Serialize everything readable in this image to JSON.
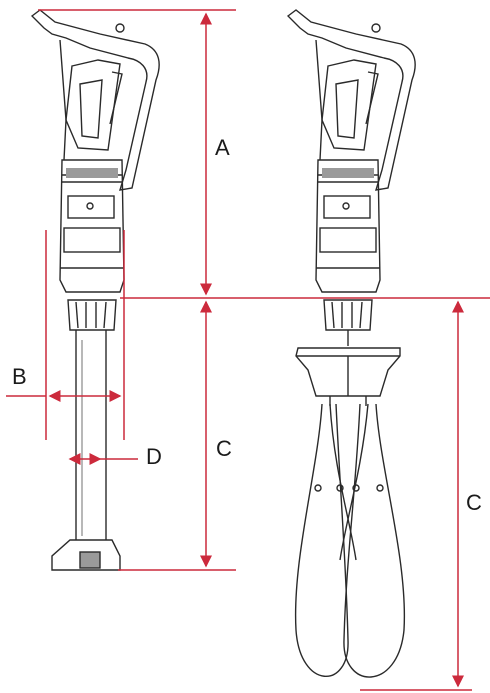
{
  "colors": {
    "dimension_line": "#cc2a3c",
    "outline": "#2a2a2a",
    "shade": "#9a9a9a",
    "background": "#ffffff"
  },
  "dimensions": {
    "a": "A",
    "b": "B",
    "c_left": "C",
    "d": "D",
    "c_right": "C"
  }
}
